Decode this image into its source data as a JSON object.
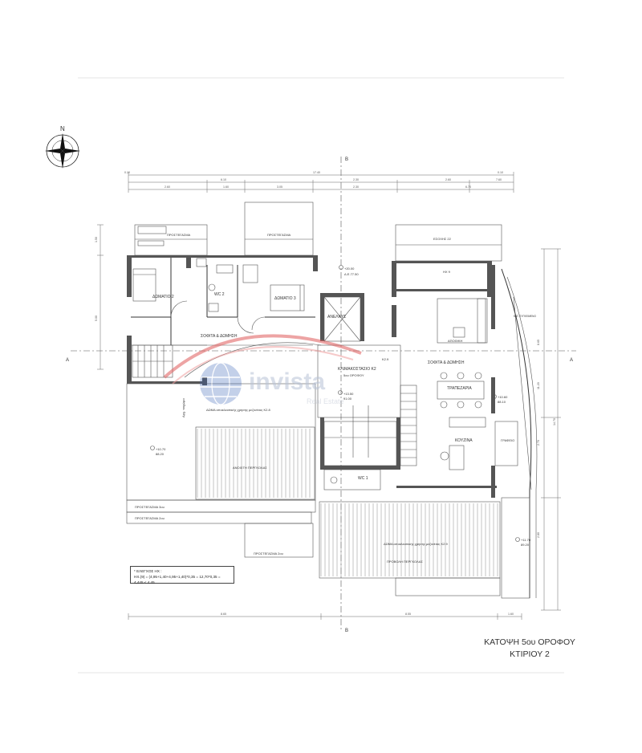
{
  "title": {
    "line1": "ΚΑΤΟΨΗ 5ου ΟΡΟΦΟΥ",
    "line2": "ΚΤΙΡΙΟΥ  2"
  },
  "compass": {
    "label": "N"
  },
  "axes": {
    "vertical": "B",
    "horizontal": "A"
  },
  "rooms": {
    "bedroom2": "ΔΩΜΑΤΙΟ 2",
    "bedroom3": "ΔΩΜΑΤΙΟ 3",
    "wc2": "WC 2",
    "wc1": "WC 1",
    "roof_insulation_left": "ΣΟΦΙΤΑ & ΔΩΜΗΣΗ",
    "roof_insulation_right": "ΣΟΦΙΤΑ & ΔΩΜΗΣΗ",
    "elevator": "ΑΝΕΛΚΥΣ",
    "stairwell": "ΚΛΙΜΑΚΟΣΤΑΣΙΟ  Κ2",
    "stairwell_sub": "5ου ΟΡΟΦΟΥ",
    "k2_tag": "Κ2.9",
    "dining": "ΤΡΑΠΕΖΑΡΙΑ",
    "kitchen": "ΚΟΥΖΙΝΑ",
    "office": "ΓΡΑΦΕΙΟ",
    "storage": "ΑΠΟΘ/ΚΗ",
    "ex9": "ΗΧ 9",
    "esoxi": "ΕΣΟΧΗΣ 22",
    "terrace_left": "ΔΩΜΑ αποκλειστικής χρησης μεζονέτας Κ2.8",
    "terrace_right": "ΔΩΜΑ αποκλειστικής χρησης μεζονέτας Κ2.9",
    "pergola_open": "ΑΝΟΙΧΤΗ ΠΕΡΓΚΟΛΑΣ",
    "pergola_front": "ΠΡΟΒΟΛΗ ΠΕΡΓΚΟΛΑΣ",
    "protegasma_top_left": "ΠΡΟΣΤΕΓΑΣΜΑ",
    "protegasma_top_mid": "ΠΡΟΣΤΕΓΑΣΜΑ",
    "protegasma_3": "ΠΡΟΣΤΕΓΑΣΜΑ 3ου",
    "protegasma_2": "ΠΡΟΣΤΕΓΑΣΜΑ 2ου",
    "protegasma_2b": "ΠΡΟΣΤΕΓΑΣΜΑ 2ου",
    "roof_note": "Αρχ. τοιχώμα",
    "level_note": "ΚΑΤ. ΣΥΓΚΕΙΜΕΝΟ"
  },
  "levels": {
    "lv1": "+20.00",
    "lv1b": "Δ.Ε.77.50",
    "lv2": "+10.70",
    "lv2b": "88.20",
    "lv3": "+13.50",
    "lv3b": "91.00",
    "lv4": "+10.60",
    "lv4b": "88.10",
    "lv5": "+11.70",
    "lv5b": "89.20"
  },
  "dimensions": {
    "top_total": "17.40",
    "top_a": "6.10",
    "top_b": "2.30",
    "top_c": "2.60",
    "top_d": "0.10",
    "top_e": "7.60",
    "top2_a": "2.60",
    "top2_b": "1.60",
    "top2_c": "3.05",
    "top2_d": "2.30",
    "top2_e": "6.70",
    "bottom_a": "8.65",
    "bottom_b": "8.55",
    "bottom_c": "1.60",
    "right_a": "8.65",
    "right_b": "14.70",
    "right_c": "11.20",
    "right_d": "2.70",
    "right_e": "2.80",
    "left_a": "1.50",
    "left_b": "5.00"
  },
  "calc": {
    "head": "* ΕΛΕΓΧΟΣ ΗΧ :",
    "formula": "ΗΧ.(9) = (4,95+1,40+4,95+1,40)*0,35 = 12,70*0,35 = 4,445 < 4.45"
  },
  "watermark": {
    "brand": "invista",
    "sub": "Real Estate"
  },
  "colors": {
    "wall": "#555555",
    "watermark_red": "#e05a5a",
    "watermark_blue": "#3a63b8"
  }
}
